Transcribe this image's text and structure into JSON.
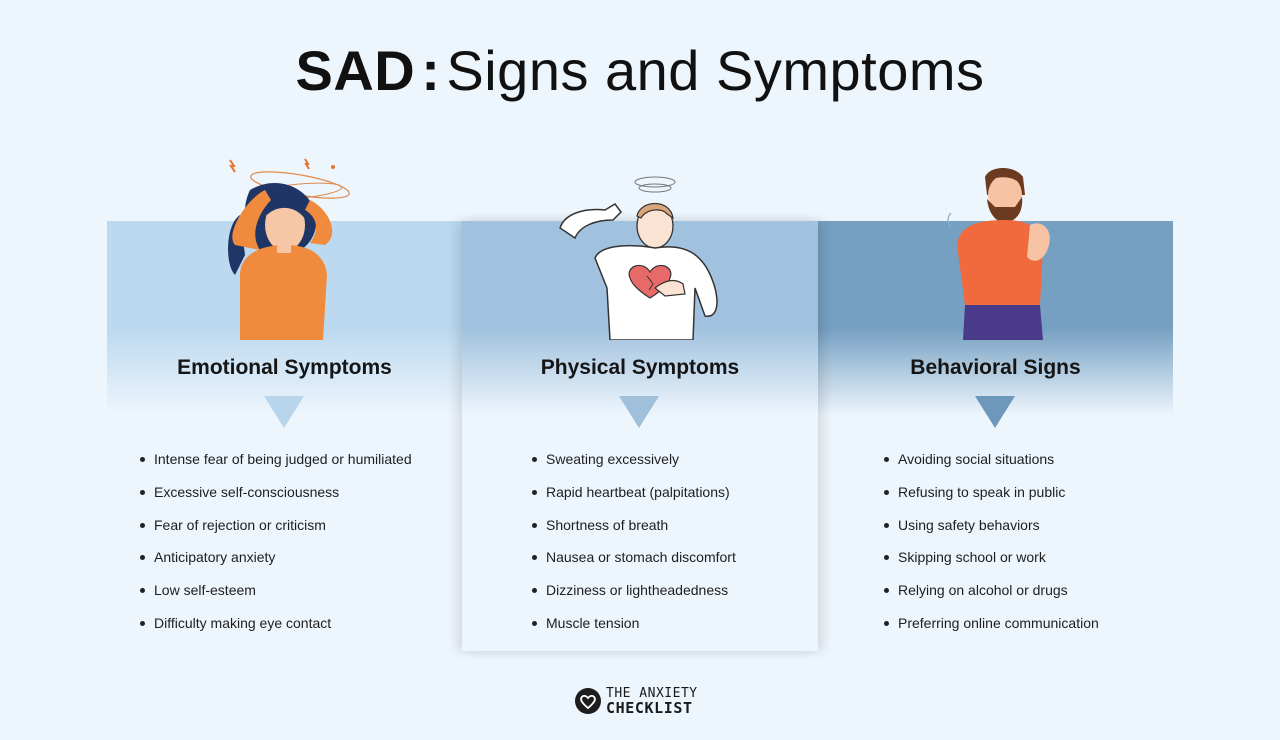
{
  "title": {
    "bold": "SAD",
    "separator": ":",
    "rest": "Signs and Symptoms"
  },
  "panels": [
    {
      "heading": "Emotional Symptoms",
      "items": [
        "Intense fear of being judged or humiliated",
        "Excessive self-consciousness",
        "Fear of rejection or criticism",
        "Anticipatory anxiety",
        "Low self-esteem",
        "Difficulty making eye contact"
      ]
    },
    {
      "heading": "Physical Symptoms",
      "items": [
        "Sweating excessively",
        "Rapid heartbeat (palpitations)",
        "Shortness of breath",
        "Nausea or stomach discomfort",
        "Dizziness or lightheadedness",
        "Muscle tension"
      ]
    },
    {
      "heading": "Behavioral Signs",
      "items": [
        "Avoiding social situations",
        "Refusing to speak in public",
        "Using safety behaviors",
        "Skipping school or work",
        "Relying on alcohol or drugs",
        "Preferring online communication"
      ]
    }
  ],
  "footer": {
    "brand_line1": "THE ANXIETY",
    "brand_line2": "CHECKLIST",
    "logo_icon": "heart-in-circle-icon"
  },
  "colors": {
    "panel1": "#bcd9ef",
    "panel2": "#a1c2de",
    "panel3": "#76a0c2",
    "background": "#eef6fd"
  }
}
